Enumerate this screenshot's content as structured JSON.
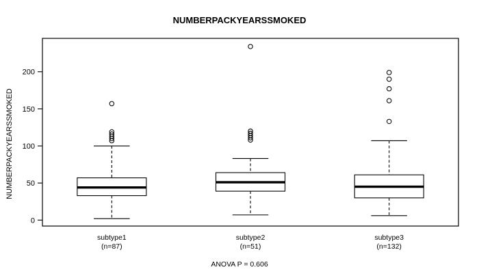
{
  "chart_data": {
    "type": "box",
    "title": "NUMBERPACKYEARSSMOKED",
    "ylabel": "NUMBERPACKYEARSSMOKED",
    "xlabel": "",
    "footnote": "ANOVA P = 0.606",
    "ylim": [
      -8,
      245
    ],
    "yticks": [
      0,
      50,
      100,
      150,
      200
    ],
    "ytick_labels": [
      "0",
      "50",
      "100",
      "150",
      "200"
    ],
    "grid": false,
    "legend": null,
    "categories": [
      "subtype1",
      "subtype2",
      "subtype3"
    ],
    "category_counts": [
      "(n=87)",
      "(n=51)",
      "(n=132)"
    ],
    "boxes": [
      {
        "label": "subtype1",
        "count_label": "(n=87)",
        "n": 87,
        "whisker_low": 2,
        "q1": 33,
        "median": 44,
        "q3": 57,
        "whisker_high": 100,
        "outliers": [
          157,
          119,
          116,
          113,
          110,
          107
        ]
      },
      {
        "label": "subtype2",
        "count_label": "(n=51)",
        "n": 51,
        "whisker_low": 7,
        "q1": 39,
        "median": 51,
        "q3": 64,
        "whisker_high": 83,
        "outliers": [
          234,
          120,
          117,
          114,
          111,
          108
        ]
      },
      {
        "label": "subtype3",
        "count_label": "(n=132)",
        "n": 132,
        "whisker_low": 6,
        "q1": 30,
        "median": 45,
        "q3": 61,
        "whisker_high": 107,
        "outliers": [
          199,
          190,
          177,
          161,
          133
        ]
      }
    ],
    "anova_p": 0.606
  },
  "colors": {
    "background": "#ffffff",
    "foreground": "#000000"
  }
}
